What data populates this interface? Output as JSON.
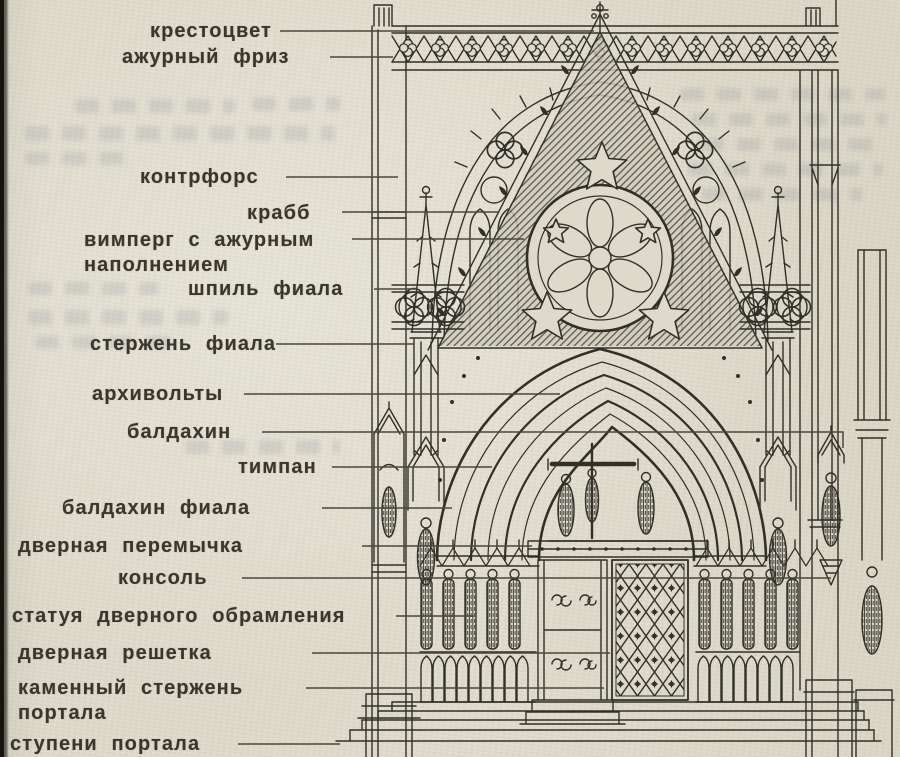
{
  "figure": {
    "kind": "annotated architectural engraving",
    "subject": "Gothic cathedral portal elevation with part names",
    "language": "ru"
  },
  "colors": {
    "paper": "#dedacb",
    "ink": "#312f28",
    "label_text": "#3a362c",
    "scan_edge": "#14130e",
    "leader_line": "#4a463a"
  },
  "labels": {
    "krestocvet": "крестоцвет",
    "azhurny_friz": "ажурный фриз",
    "kontrfors": "контрфорс",
    "krabb": "крабб",
    "vimperg_line1": "вимперг с ажурным",
    "vimperg_line2": "наполнением",
    "shpil_fiala": "шпиль фиала",
    "sterzhen_fiala": "стержень фиала",
    "arkhivolty": "архивольты",
    "baldakhin": "балдахин",
    "timpan": "тимпан",
    "baldakhin_fiala": "балдахин фиала",
    "dvernaya_peremychka": "дверная перемычка",
    "konsol": "консоль",
    "statuya_dvernogo_obramleniya": "статуя дверного обрамления",
    "dvernaya_reshetka": "дверная решетка",
    "kamenny_sterzhen_line1": "каменный стержень",
    "kamenny_sterzhen_line2": "портала",
    "stupeni_portala": "ступени портала"
  }
}
